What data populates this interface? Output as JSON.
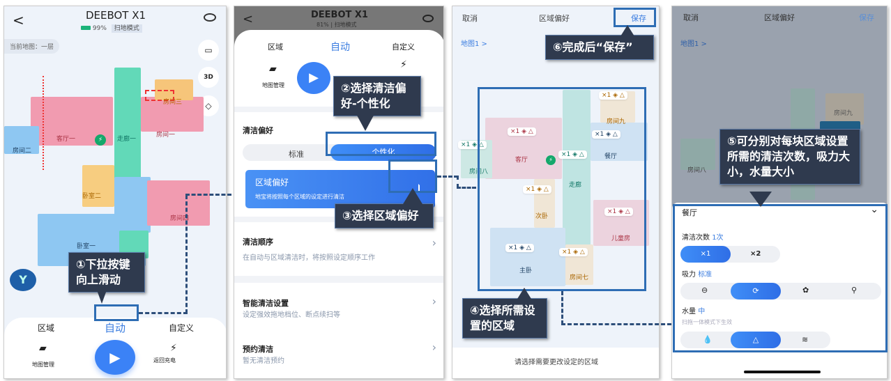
{
  "p1": {
    "title": "DEEBOT X1",
    "battery": "99%",
    "mode": "扫地模式",
    "current_map": "当前地图：一层",
    "rooms": [
      "客厅一",
      "走廊一",
      "房间一",
      "房间三",
      "房间二",
      "卧室二",
      "房间四",
      "卧室一"
    ],
    "tabs": [
      "区域",
      "自动",
      "自定义"
    ],
    "map_manage": "地图管理",
    "return_charge": "返回充电"
  },
  "p2": {
    "title": "DEEBOT X1",
    "battery": "81%",
    "mode": "扫地模式",
    "tabs": [
      "区域",
      "自动",
      "自定义"
    ],
    "map_manage": "地图管理",
    "pref_title": "清洁偏好",
    "pref_options": [
      "标准",
      "个性化"
    ],
    "area_pref": {
      "title": "区域偏好",
      "desc": "地宝将按照每个区域的设定进行清洁"
    },
    "items": [
      {
        "title": "清洁顺序",
        "desc": "在自动与区域清洁时，将按照设定顺序工作"
      },
      {
        "title": "智能清洁设置",
        "desc": "设定强效拖地档位、断点续扫等"
      },
      {
        "title": "预约清洁",
        "desc": "暂无清洁预约"
      }
    ]
  },
  "p3": {
    "cancel": "取消",
    "title": "区域偏好",
    "save": "保存",
    "map": "地图1 >",
    "times": "×1",
    "rooms": [
      "客厅",
      "走廊",
      "房间九",
      "餐厅",
      "房间八",
      "次卧",
      "儿童房",
      "主卧",
      "房间七"
    ],
    "footer": "请选择需要更改设定的区域"
  },
  "p4": {
    "cancel": "取消",
    "title": "区域偏好",
    "save": "保存",
    "map": "地图1 >",
    "room_name": "餐厅",
    "count_label": "清洁次数",
    "count_value": "1次",
    "count_options": [
      "×1",
      "×2"
    ],
    "suction_label": "吸力",
    "suction_value": "标准",
    "water_label": "水量",
    "water_value": "中",
    "water_note": "扫拖一体模式下生效",
    "bg_rooms": [
      "房间九",
      "房间八"
    ],
    "times": "×1"
  },
  "callouts": {
    "c1": "①下拉按键向上滑动",
    "c2": "②选择清洁偏好-个性化",
    "c3": "③选择区域偏好",
    "c4": "④选择所需设置的区域",
    "c5": "⑤可分别对每块区域设置所需的清洁次数，吸力大小，水量大小",
    "c6": "⑥完成后“保存”"
  },
  "colors": {
    "accent": "#3b82f6",
    "callout": "#2f3a4e",
    "frame": "#2e6db4"
  }
}
